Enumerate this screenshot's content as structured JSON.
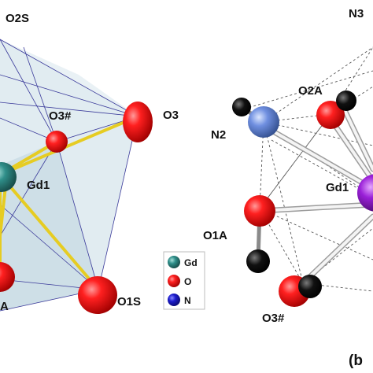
{
  "panel_a": {
    "labels": {
      "o2s": "O2S",
      "o3_hash": "O3#",
      "o3": "O3",
      "gd1": "Gd1",
      "o1s": "O1S",
      "a_partial": "A"
    }
  },
  "legend": {
    "items": [
      {
        "label": "Gd",
        "color": "#2f8f8a"
      },
      {
        "label": "O",
        "color": "#e01010"
      },
      {
        "label": "N",
        "color": "#1c1ccc"
      }
    ]
  },
  "panel_b": {
    "panel_label": "(b",
    "labels": {
      "n3": "N3",
      "o2a": "O2A",
      "n2": "N2",
      "gd1": "Gd1",
      "o1a": "O1A",
      "o3_hash": "O3#"
    }
  },
  "colors": {
    "gd_atom": "#2f8f8a",
    "o_atom": "#e01010",
    "n_atom_b": "#6f8fe0",
    "gd_atom_b": "#9a20d8",
    "c_atom": "#000000",
    "yellow_bond": "#e6cc22",
    "polyhedron_fill": "#c9dde6"
  }
}
